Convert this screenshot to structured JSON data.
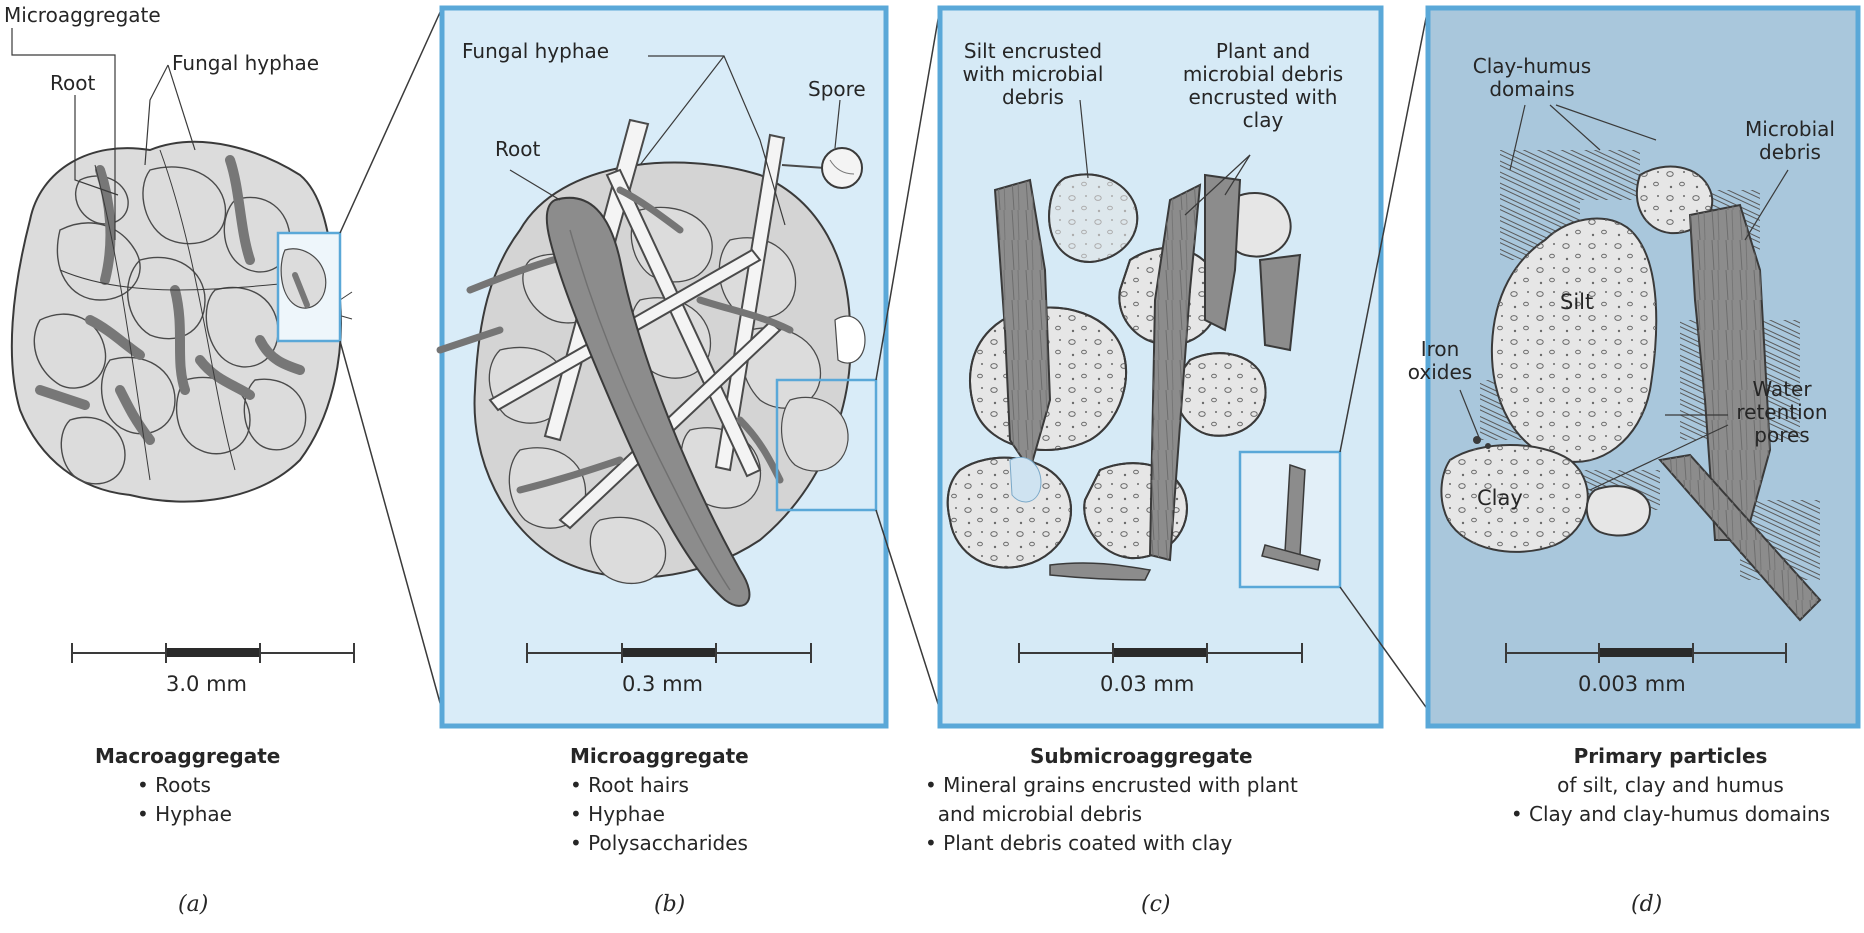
{
  "colors": {
    "panel_b_fill": "#d9ecf8",
    "panel_c_fill": "#d6eaf6",
    "panel_d_fill": "#a9c7dc",
    "panel_border": "#5aa8d8",
    "grain_fill": "#dadada",
    "root_fill": "#8c8c8c",
    "ink": "#2a2a2a"
  },
  "panels": {
    "a": {
      "labels": {
        "microaggregate": "Microaggregate",
        "root": "Root",
        "fungal_hyphae": "Fungal hyphae"
      },
      "scale": "3.0 mm",
      "caption_title": "Macroaggregate",
      "caption_items": [
        "• Roots",
        "• Hyphae"
      ],
      "letter": "(a)"
    },
    "b": {
      "labels": {
        "fungal_hyphae": "Fungal hyphae",
        "spore": "Spore",
        "root": "Root"
      },
      "scale": "0.3 mm",
      "caption_title": "Microaggregate",
      "caption_items": [
        "• Root hairs",
        "• Hyphae",
        "• Polysaccharides"
      ],
      "letter": "(b)"
    },
    "c": {
      "labels": {
        "silt_line1": "Silt encrusted",
        "silt_line2": "with microbial",
        "silt_line3": "debris",
        "plant_line1": "Plant and",
        "plant_line2": "microbial debris",
        "plant_line3": "encrusted with",
        "plant_line4": "clay"
      },
      "scale": "0.03 mm",
      "caption_title": "Submicroaggregate",
      "caption_items": [
        "• Mineral grains encrusted with plant",
        "  and microbial debris",
        "• Plant debris coated with clay"
      ],
      "letter": "(c)"
    },
    "d": {
      "labels": {
        "clay_humus_line1": "Clay-humus",
        "clay_humus_line2": "domains",
        "microbial_line1": "Microbial",
        "microbial_line2": "debris",
        "silt": "Silt",
        "iron_line1": "Iron",
        "iron_line2": "oxides",
        "water_line1": "Water",
        "water_line2": "retention",
        "water_line3": "pores",
        "clay": "Clay"
      },
      "scale": "0.003 mm",
      "caption_title": "Primary particles",
      "caption_items": [
        "of silt, clay and humus",
        "• Clay and clay-humus domains"
      ],
      "letter": "(d)"
    }
  }
}
